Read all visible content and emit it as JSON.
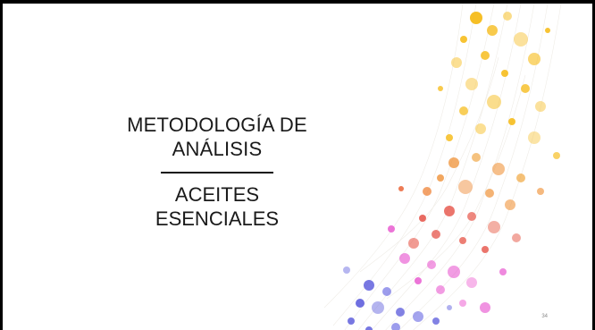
{
  "slide": {
    "title": "METODOLOGÍA DE\nANÁLISIS",
    "subtitle": "ACEITES\nESENCIALES",
    "page_number": "34"
  },
  "colors": {
    "border": "#000000",
    "text": "#1a1a1a",
    "dots_yellow": "#f5b400",
    "dots_orange": "#ee8a2a",
    "dots_red": "#e23a2e",
    "dots_magenta": "#e43ac8",
    "dots_blue": "#3f3fd6"
  }
}
